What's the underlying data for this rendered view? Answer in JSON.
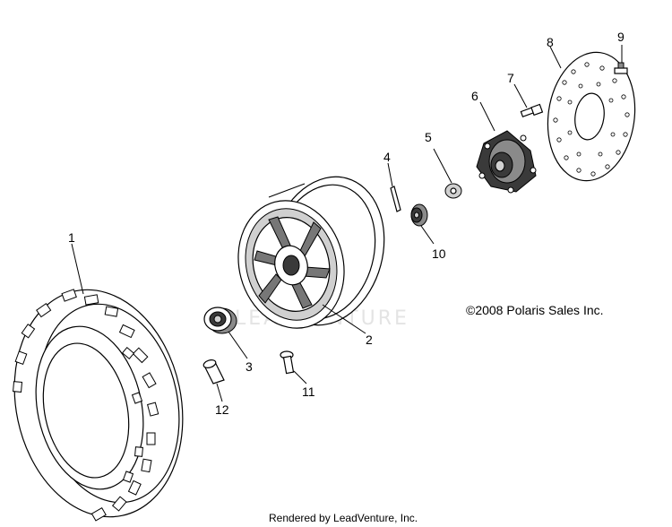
{
  "watermark": "LEADVENTURE",
  "copyright": "©2008 Polaris Sales Inc.",
  "footer": "Rendered by LeadVenture, Inc.",
  "callouts": {
    "c1": "1",
    "c2": "2",
    "c3": "3",
    "c4": "4",
    "c5": "5",
    "c6": "6",
    "c7": "7",
    "c8": "8",
    "c9": "9",
    "c10": "10",
    "c11": "11",
    "c12": "12"
  }
}
